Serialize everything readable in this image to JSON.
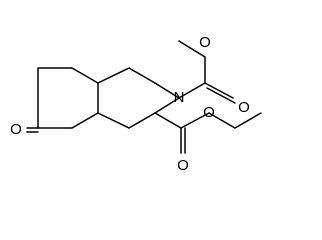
{
  "molecule": {
    "atoms": {
      "N": "N",
      "O_ketone": "O",
      "O_top_carbonyl": "O",
      "O_top_methoxy": "O",
      "O_right_ester": "O",
      "O_right_carbonyl": "O"
    }
  }
}
